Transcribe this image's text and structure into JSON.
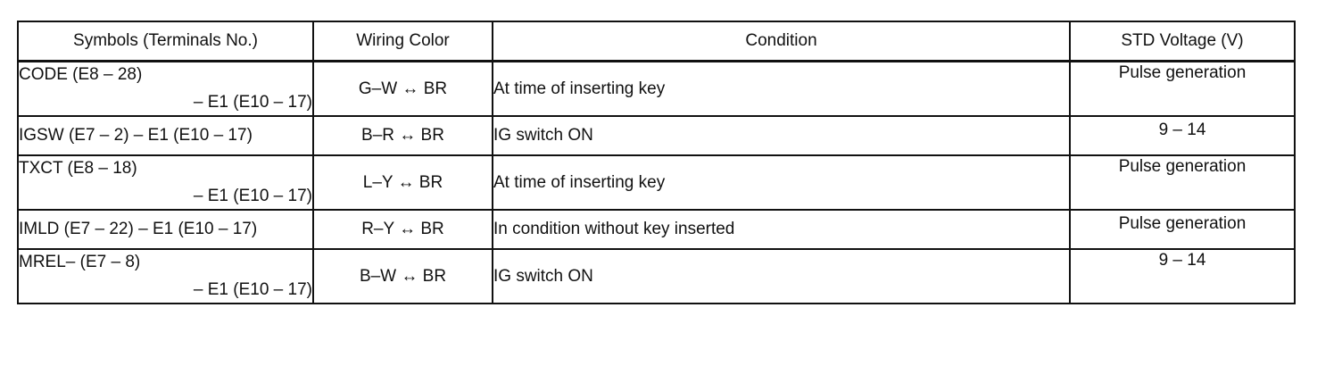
{
  "table": {
    "headers": {
      "symbols": "Symbols (Terminals No.)",
      "wiring": "Wiring Color",
      "condition": "Condition",
      "voltage": "STD Voltage (V)"
    },
    "rows": [
      {
        "symbol_line1": "CODE (E8 – 28)",
        "symbol_line2": "– E1 (E10 – 17)",
        "wiring": "G–W ↔ BR",
        "condition": "At time of inserting key",
        "voltage": "Pulse generation"
      },
      {
        "symbol_line1": "IGSW (E7 – 2) – E1 (E10 – 17)",
        "symbol_line2": "",
        "wiring": "B–R ↔ BR",
        "condition": "IG switch ON",
        "voltage": "9 – 14"
      },
      {
        "symbol_line1": "TXCT (E8 – 18)",
        "symbol_line2": "– E1 (E10 – 17)",
        "wiring": "L–Y ↔ BR",
        "condition": "At time of inserting key",
        "voltage": "Pulse generation"
      },
      {
        "symbol_line1": "IMLD (E7 – 22) – E1 (E10 – 17)",
        "symbol_line2": "",
        "wiring": "R–Y ↔ BR",
        "condition": "In condition without key inserted",
        "voltage": "Pulse generation"
      },
      {
        "symbol_line1": "MREL– (E7 – 8)",
        "symbol_line2": "– E1 (E10 – 17)",
        "wiring": "B–W ↔ BR",
        "condition": "IG switch ON",
        "voltage": "9 – 14"
      }
    ]
  }
}
